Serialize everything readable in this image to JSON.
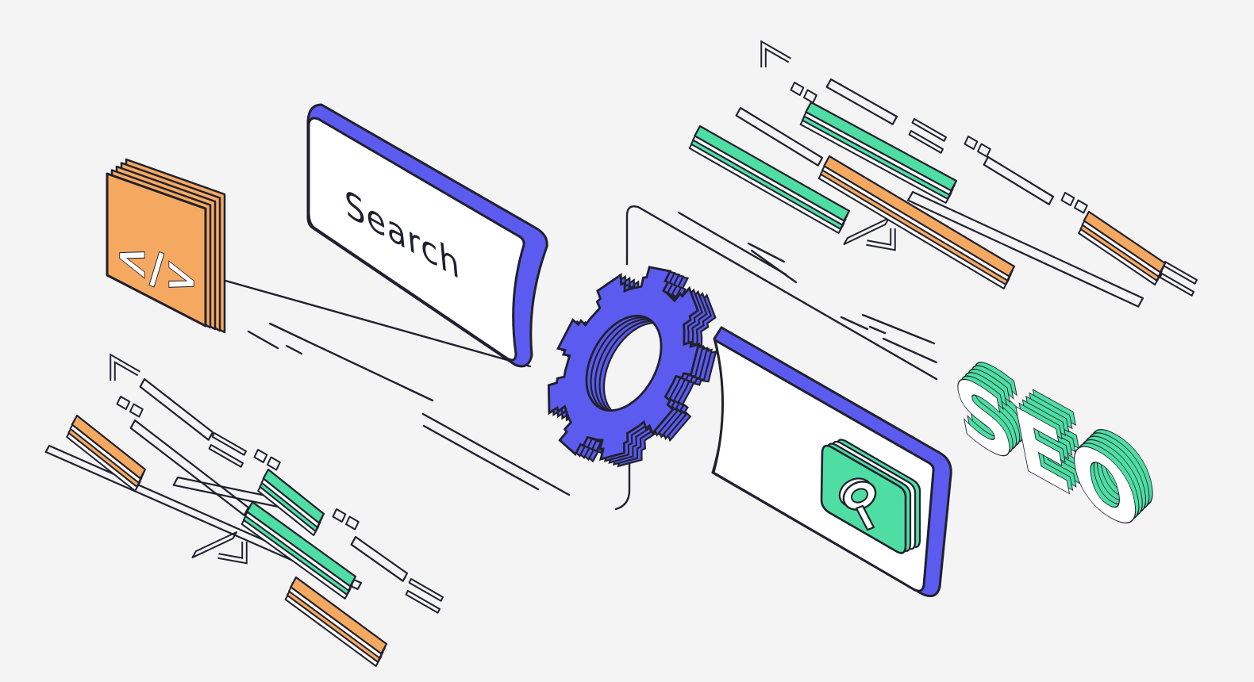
{
  "labels": {
    "search": "Search",
    "seo": "SEO",
    "code": "</>"
  },
  "colors": {
    "background": "#f4f4f5",
    "ink": "#20202e",
    "purple": "#5b5bf0",
    "green": "#4edda2",
    "orange": "#f5a960",
    "white": "#ffffff"
  },
  "icons": [
    "code-icon",
    "search-bar-card",
    "gear-icon",
    "search-result-card",
    "magnifier-icon",
    "seo-3d-text",
    "decor-code-lines-top-right",
    "decor-code-lines-bottom-left",
    "decor-connector-lines"
  ]
}
